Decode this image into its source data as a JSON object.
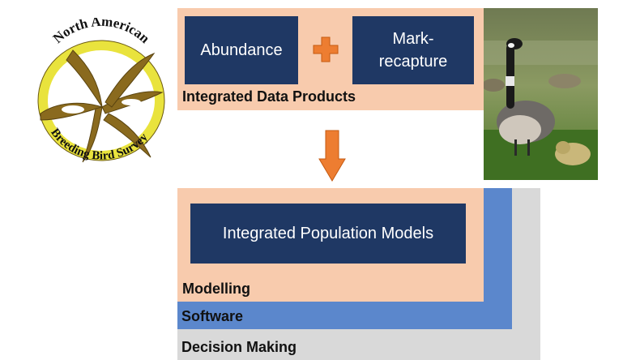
{
  "logo": {
    "arc_top": "North American",
    "arc_bottom": "Breeding Bird Survey"
  },
  "top_panel": {
    "box_left": "Abundance",
    "box_right_line1": "Mark-",
    "box_right_line2": "recapture",
    "operator": "plus",
    "label": "Integrated Data Products"
  },
  "flow": {
    "arrow": "down-arrow"
  },
  "stack": {
    "inner_box": "Integrated Population Models",
    "layers": [
      "Modelling",
      "Software",
      "Decision Making"
    ]
  },
  "photo": {
    "subject": "canada-goose-with-goslings"
  },
  "colors": {
    "peach": "#f8cbad",
    "navy": "#1f3864",
    "blue": "#5b87cc",
    "gray": "#d9d9d9",
    "orange": "#ed7d31",
    "logo_yellow": "#e7e13a",
    "logo_bird": "#8a6a1e"
  }
}
